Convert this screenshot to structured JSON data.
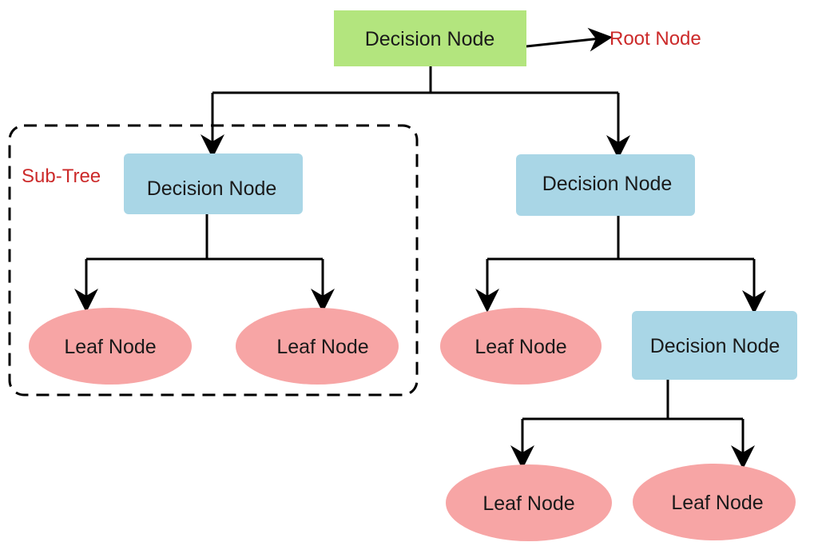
{
  "colors": {
    "root_fill": "#b3e57e",
    "decision_fill": "#a9d6e6",
    "leaf_fill": "#f7a5a5",
    "annotation_red": "#cc2a2a",
    "line": "#000000"
  },
  "root": {
    "label": "Decision Node",
    "annotation": "Root Node"
  },
  "subtree": {
    "label": "Sub-Tree"
  },
  "left_decision": {
    "label": "Decision Node"
  },
  "right_decision": {
    "label": "Decision Node"
  },
  "right_child_decision": {
    "label": "Decision Node"
  },
  "leaves": {
    "left_left": "Leaf Node",
    "left_right": "Leaf Node",
    "right_left": "Leaf Node",
    "bottom_left": "Leaf Node",
    "bottom_right": "Leaf Node"
  }
}
